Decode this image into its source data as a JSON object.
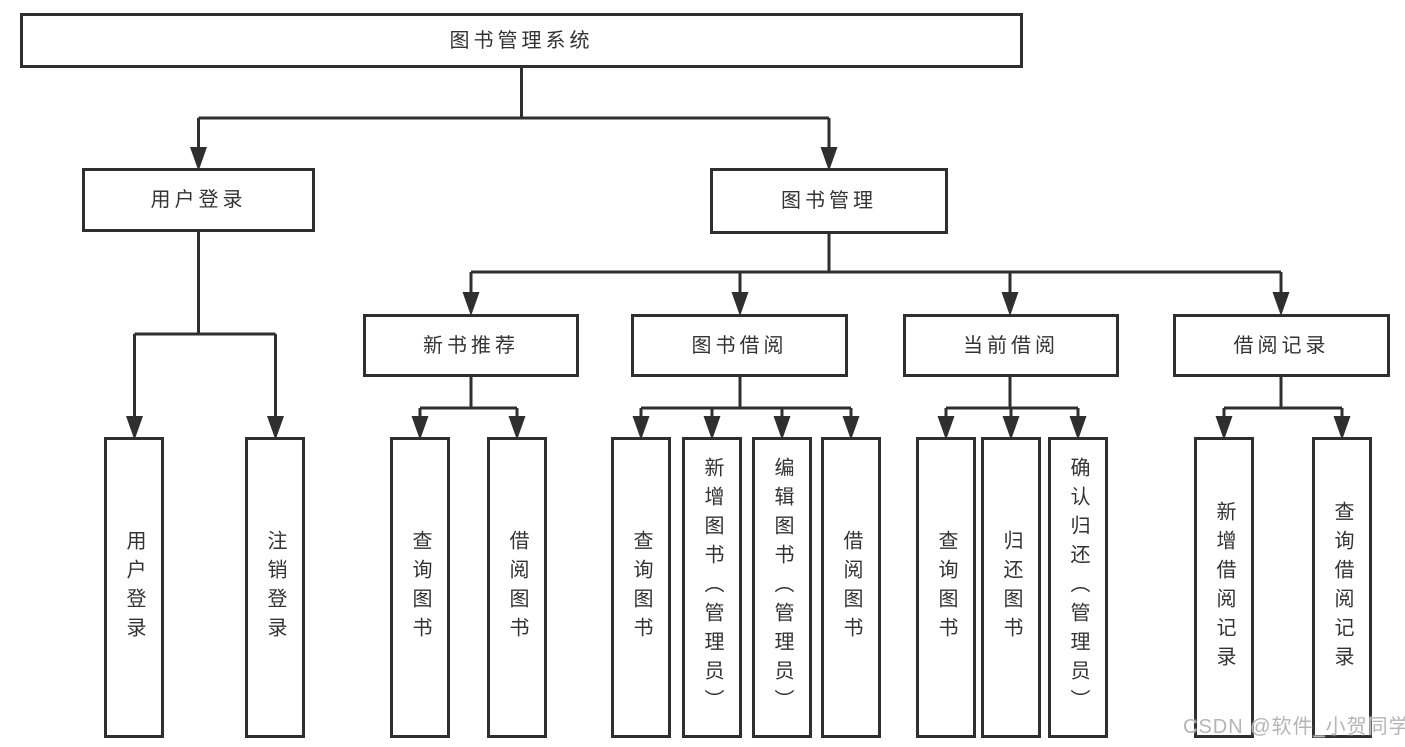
{
  "colors": {
    "line": "#2f2f2f",
    "text": "#333333",
    "watermark_gray": "#b5b5b5",
    "background": "#ffffff"
  },
  "watermark": {
    "text": "CSDN @软件_小贺同学"
  },
  "tree": {
    "root": {
      "label": "图书管理系统",
      "children": [
        {
          "label": "用户登录",
          "children": [
            {
              "label": "用户登录"
            },
            {
              "label": "注销登录"
            }
          ]
        },
        {
          "label": "图书管理",
          "children": [
            {
              "label": "新书推荐",
              "children": [
                {
                  "label": "查询图书"
                },
                {
                  "label": "借阅图书"
                }
              ]
            },
            {
              "label": "图书借阅",
              "children": [
                {
                  "label": "查询图书"
                },
                {
                  "label": "新增图书（管理员）"
                },
                {
                  "label": "编辑图书（管理员）"
                },
                {
                  "label": "借阅图书"
                }
              ]
            },
            {
              "label": "当前借阅",
              "children": [
                {
                  "label": "查询图书"
                },
                {
                  "label": "归还图书"
                },
                {
                  "label": "确认归还（管理员）"
                }
              ]
            },
            {
              "label": "借阅记录",
              "children": [
                {
                  "label": "新增借阅记录"
                },
                {
                  "label": "查询借阅记录"
                }
              ]
            }
          ]
        }
      ]
    }
  }
}
